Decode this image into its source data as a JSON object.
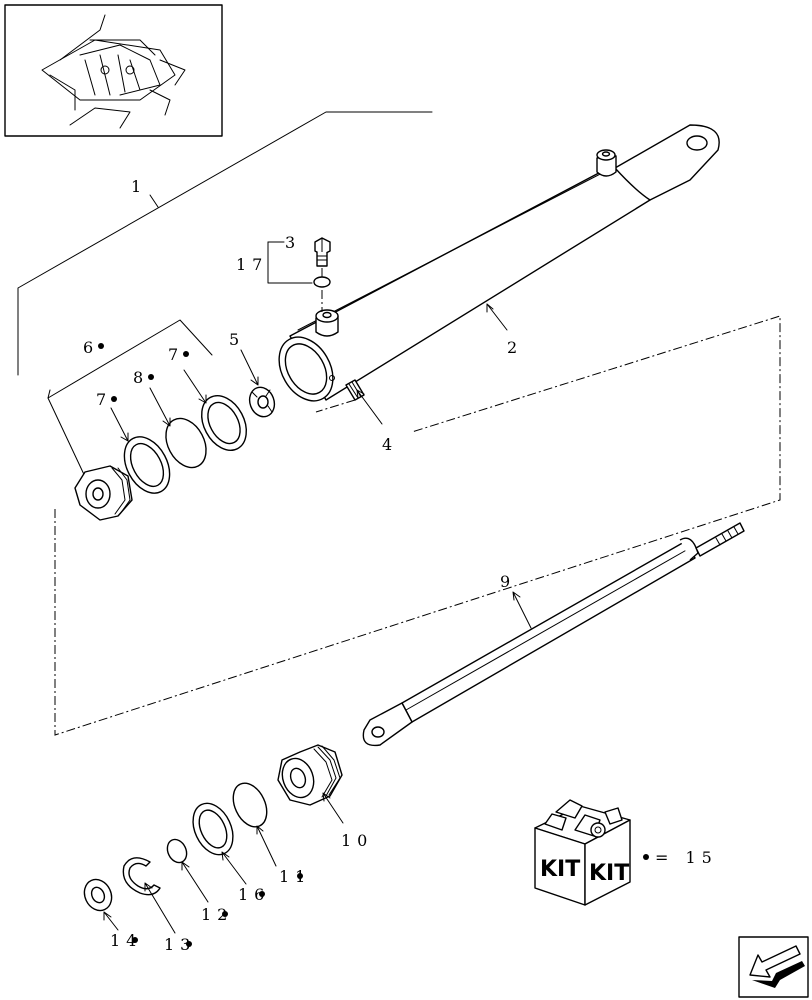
{
  "labels": {
    "p1": "1",
    "p2": "2",
    "p3": "3",
    "p4": "4",
    "p5": "5",
    "p6": "6",
    "p7a": "7",
    "p7b": "7",
    "p8": "8",
    "p9": "9",
    "p10": "10",
    "p11": "11",
    "p12": "12",
    "p13": "13",
    "p14": "14",
    "p16": "16",
    "p17": "17"
  },
  "kit": {
    "text_left": "KIT",
    "text_right": "KIT",
    "legend": "= 15"
  },
  "icons": [
    "locator-thumbnail",
    "kit-box-icon",
    "navigation-arrow-icon",
    "bullet-dot"
  ]
}
